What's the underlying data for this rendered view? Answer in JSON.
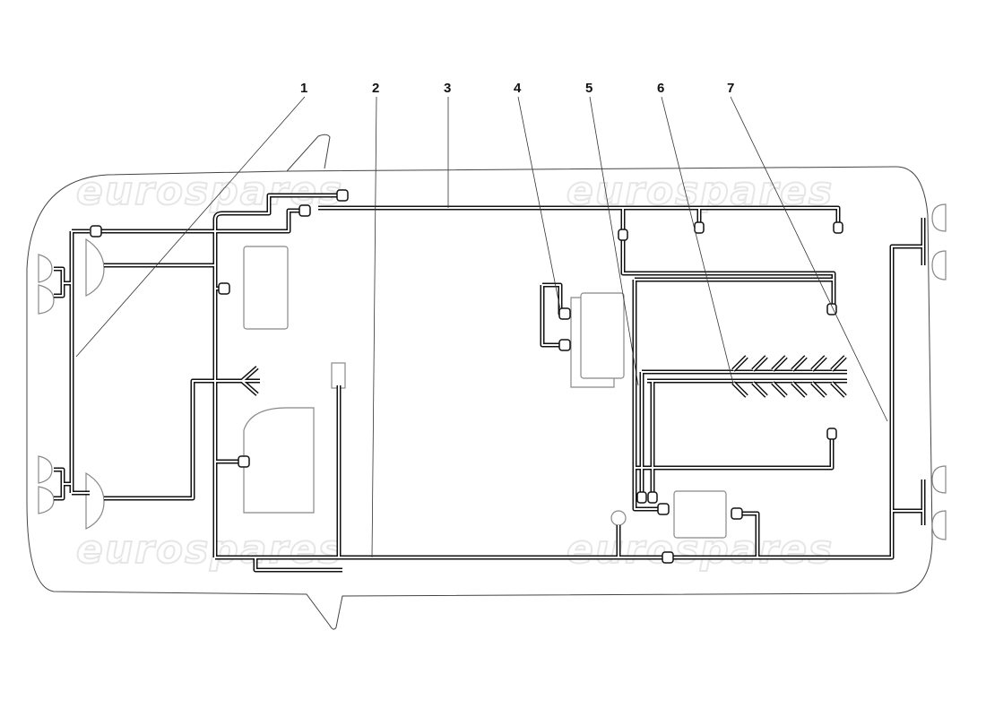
{
  "diagram": {
    "callouts": [
      "1",
      "2",
      "3",
      "4",
      "5",
      "6",
      "7"
    ],
    "watermark": "eurospares",
    "colors": {
      "line": "#111111",
      "component": "#888888",
      "watermark": "#e6e6e6"
    }
  }
}
